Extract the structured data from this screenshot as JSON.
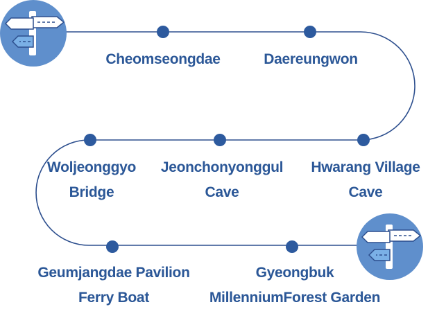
{
  "colors": {
    "route_line": "#2d4f8e",
    "stop_dot": "#2d5a9e",
    "label_text": "#2b5797",
    "signpost_circle": "#5f8fcc",
    "signpost_panel": "#ffffff",
    "signpost_arrow": "#7ab0e6"
  },
  "icons": {
    "start": "signpost-icon",
    "end": "signpost-icon"
  },
  "stops": [
    {
      "id": "cheomseongdae",
      "lines": [
        "Cheomseongdae"
      ]
    },
    {
      "id": "daereungwon",
      "lines": [
        "Daereungwon"
      ]
    },
    {
      "id": "hwarang-village-cave",
      "lines": [
        "Hwarang Village",
        "Cave"
      ]
    },
    {
      "id": "jeonchonyonggul-cave",
      "lines": [
        "Jeonchonyonggul",
        "Cave"
      ]
    },
    {
      "id": "woljeonggyo-bridge",
      "lines": [
        "Woljeonggyo",
        "Bridge"
      ]
    },
    {
      "id": "geumjangdae-pavilion-ferry-boat",
      "lines": [
        "Geumjangdae Pavilion",
        "Ferry Boat"
      ]
    },
    {
      "id": "gyeongbuk-millennium-forest-garden",
      "lines": [
        "Gyeongbuk",
        "MillenniumForest Garden"
      ]
    }
  ]
}
